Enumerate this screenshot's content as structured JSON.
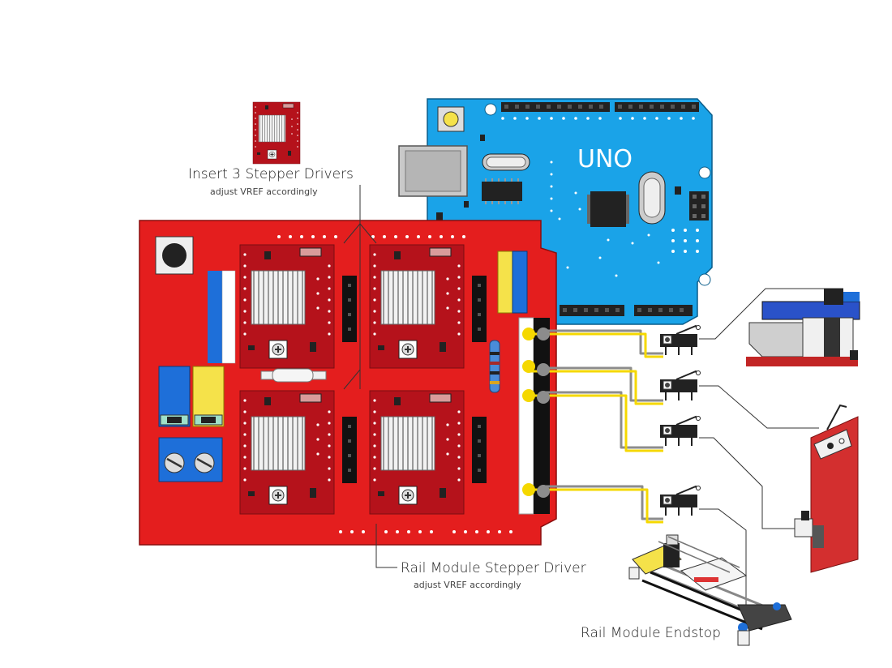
{
  "labels": {
    "insert_drivers": "Insert 3 Stepper Drivers",
    "insert_drivers_sub": "adjust VREF accordingly",
    "rail_driver": "Rail Module Stepper Driver",
    "rail_driver_sub": "adjust VREF accordingly",
    "rail_endstop": "Rail Module Endstop",
    "board_name": "UNO"
  },
  "colors": {
    "shield_red": "#e41e1e",
    "driver_red": "#b5121b",
    "arduino_blue": "#1aa3e8",
    "wire_yellow": "#f5d800",
    "wire_gray": "#8c8c8c",
    "header_black": "#111111"
  }
}
